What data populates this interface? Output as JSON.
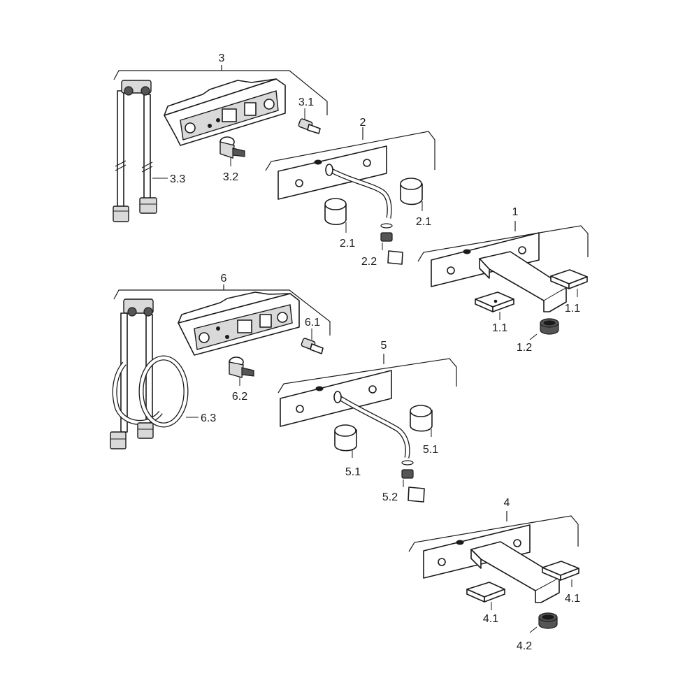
{
  "groups": [
    {
      "id": "g3",
      "number": "3",
      "parts": [
        "3.1",
        "3.2",
        "3.3"
      ]
    },
    {
      "id": "g2",
      "number": "2",
      "parts": [
        "2.1",
        "2.1",
        "2.2"
      ]
    },
    {
      "id": "g1",
      "number": "1",
      "parts": [
        "1.1",
        "1.1",
        "1.2"
      ]
    },
    {
      "id": "g6",
      "number": "6",
      "parts": [
        "6.1",
        "6.2",
        "6.3"
      ]
    },
    {
      "id": "g5",
      "number": "5",
      "parts": [
        "5.1",
        "5.1",
        "5.2"
      ]
    },
    {
      "id": "g4",
      "number": "4",
      "parts": [
        "4.1",
        "4.1",
        "4.2"
      ]
    }
  ]
}
